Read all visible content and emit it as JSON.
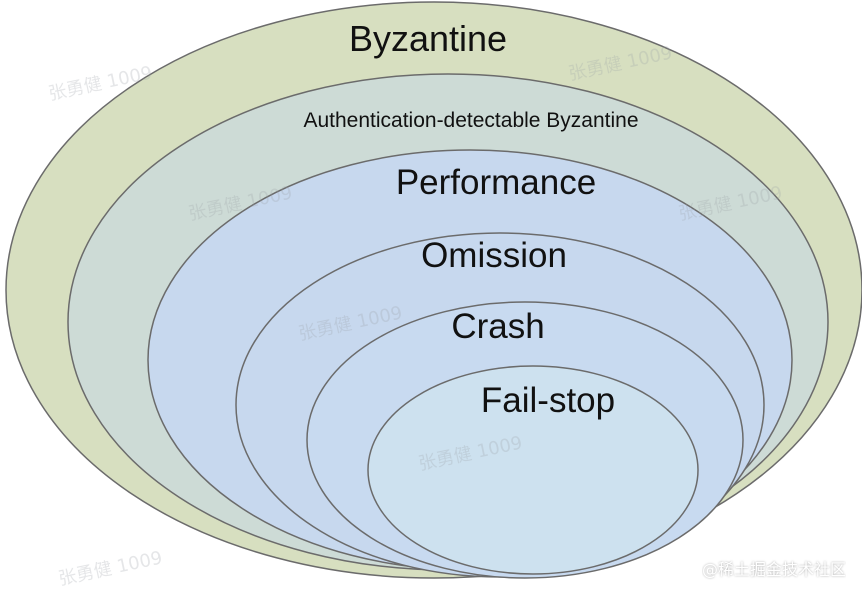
{
  "diagram": {
    "layers": [
      {
        "label": "Byzantine"
      },
      {
        "label": "Authentication-detectable Byzantine"
      },
      {
        "label": "Performance"
      },
      {
        "label": "Omission"
      },
      {
        "label": "Crash"
      },
      {
        "label": "Fail-stop"
      }
    ],
    "watermark_text": "张勇健 1009",
    "footer_credit": "@稀土掘金技术社区"
  },
  "colors": {
    "outer_fill": "#d7dfc0",
    "auth_fill": "#cddbd6",
    "inner_fill": "#c7d8ee",
    "failstop_fill": "#cde1ef",
    "stroke": "#6b6b6b"
  }
}
